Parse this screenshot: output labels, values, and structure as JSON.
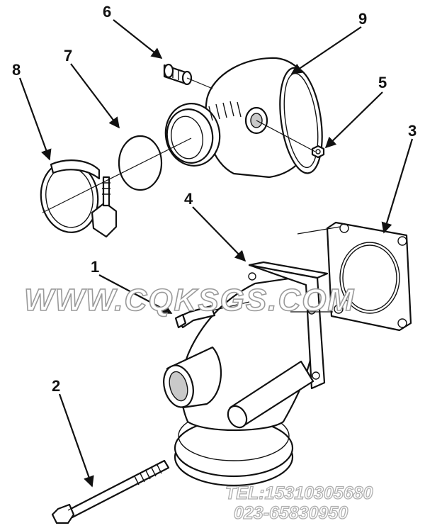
{
  "callouts": [
    {
      "id": "callout-1",
      "label": "1"
    },
    {
      "id": "callout-2",
      "label": "2"
    },
    {
      "id": "callout-3",
      "label": "3"
    },
    {
      "id": "callout-4",
      "label": "4"
    },
    {
      "id": "callout-5",
      "label": "5"
    },
    {
      "id": "callout-6",
      "label": "6"
    },
    {
      "id": "callout-7",
      "label": "7"
    },
    {
      "id": "callout-8",
      "label": "8"
    },
    {
      "id": "callout-9",
      "label": "9"
    }
  ],
  "watermark": {
    "site": "WWW.CQKSGS.COM",
    "tel": "TEL:15310305680",
    "phone": "023-65830950"
  },
  "colors": {
    "line": "#111111",
    "watermark_outline": "#9a9a9a"
  }
}
